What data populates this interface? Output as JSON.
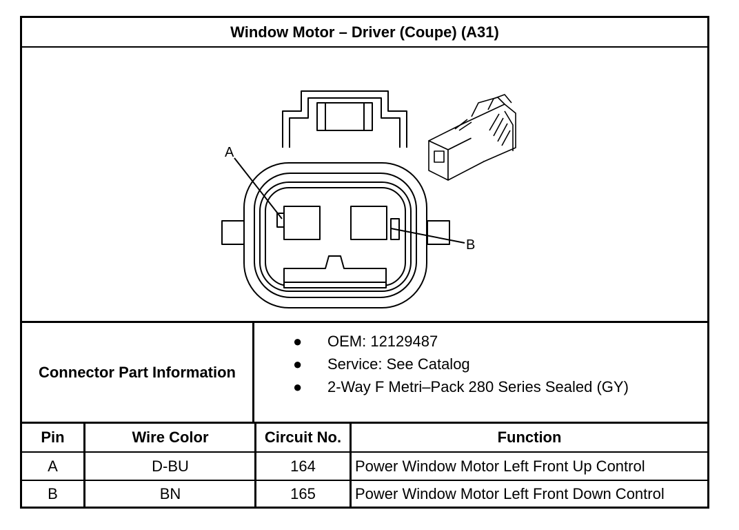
{
  "title": "Window Motor – Driver (Coupe) (A31)",
  "diagram": {
    "label_a": "A",
    "label_b": "B"
  },
  "connector_info": {
    "label": "Connector Part Information",
    "items": [
      "OEM: 12129487",
      "Service: See Catalog",
      "2-Way F Metri–Pack 280 Series Sealed (GY)"
    ]
  },
  "pin_table": {
    "headers": [
      "Pin",
      "Wire Color",
      "Circuit No.",
      "Function"
    ],
    "rows": [
      [
        "A",
        "D-BU",
        "164",
        "Power Window Motor Left Front Up Control"
      ],
      [
        "B",
        "BN",
        "165",
        "Power Window Motor Left Front Down Control"
      ]
    ]
  }
}
